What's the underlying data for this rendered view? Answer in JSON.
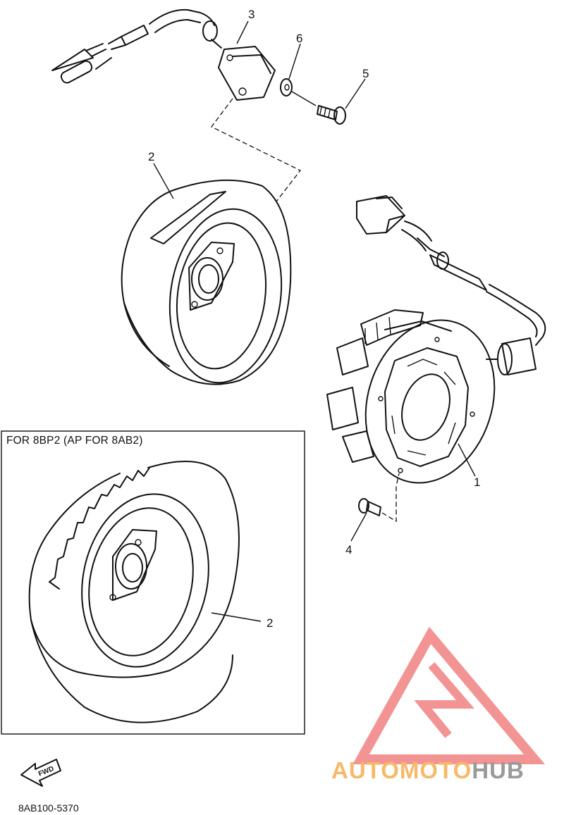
{
  "diagram": {
    "callouts": [
      "1",
      "2",
      "3",
      "4",
      "5",
      "6"
    ],
    "inset_label": "FOR 8BP2 (AP FOR 8AB2)",
    "fwd_label": "FWD",
    "part_code": "8AB100-5370"
  },
  "watermark": {
    "text_part_a": "AUTOMOTO",
    "text_part_b": "HUB",
    "accent_color": "#f28b8b",
    "text_color_a": "#f7b968",
    "text_color_b": "#9a9a9a"
  }
}
